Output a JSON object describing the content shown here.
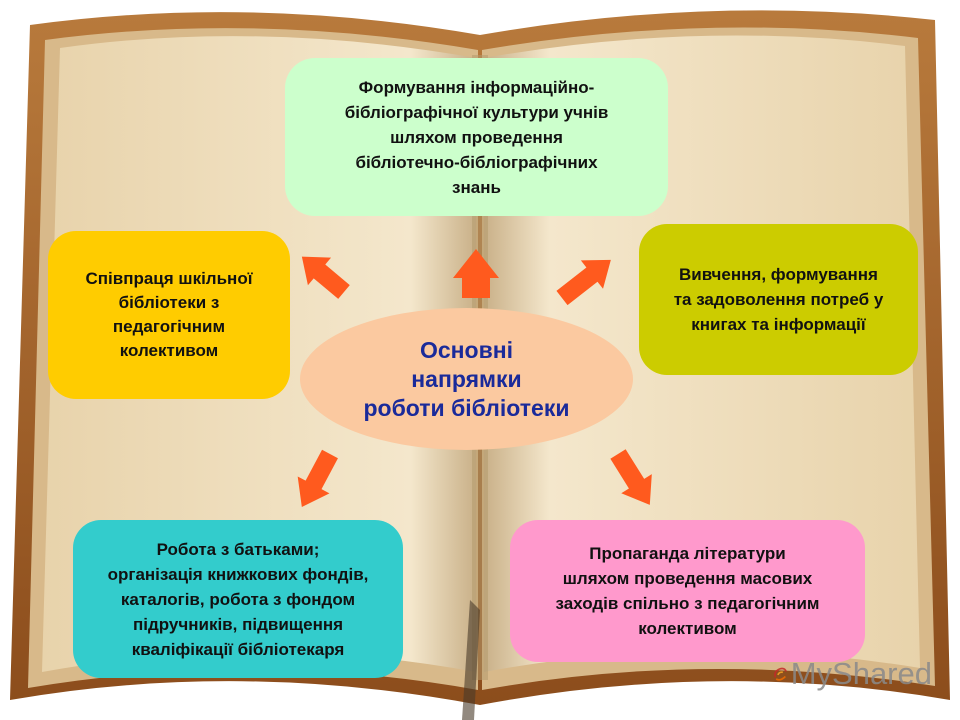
{
  "center": {
    "text": "Основні\nнапрямки\nроботи бібліотеки"
  },
  "boxes": {
    "top": "Формування інформаційно-\nбібліографічної культури учнів\nшляхом проведення\nбібліотечно-бібліографічних\nзнань",
    "left": "Співпраця шкільної\nбібліотеки з\nпедагогічним\nколективом",
    "right": "Вивчення,  формування\nта задоволення потреб у\nкнигах та інформації",
    "bottom_left": "Робота з батьками;\nорганізація книжкових фондів,\nкаталогів, робота з фондом\nпідручників, підвищення\nкваліфікації бібліотекаря",
    "bottom_right": "Пропаганда літератури\nшляхом проведення масових\nзаходів спільно з педагогічним\nколективом"
  },
  "watermark": {
    "text": "MyShared"
  },
  "colors": {
    "top": "#ccffcc",
    "left": "#ffcc00",
    "right": "#cccc00",
    "bottom_left": "#33cccc",
    "bottom_right": "#ff99cc",
    "center": "#fbc9a0",
    "center_text": "#1a2a9a",
    "arrow": "#ff5a1e"
  }
}
